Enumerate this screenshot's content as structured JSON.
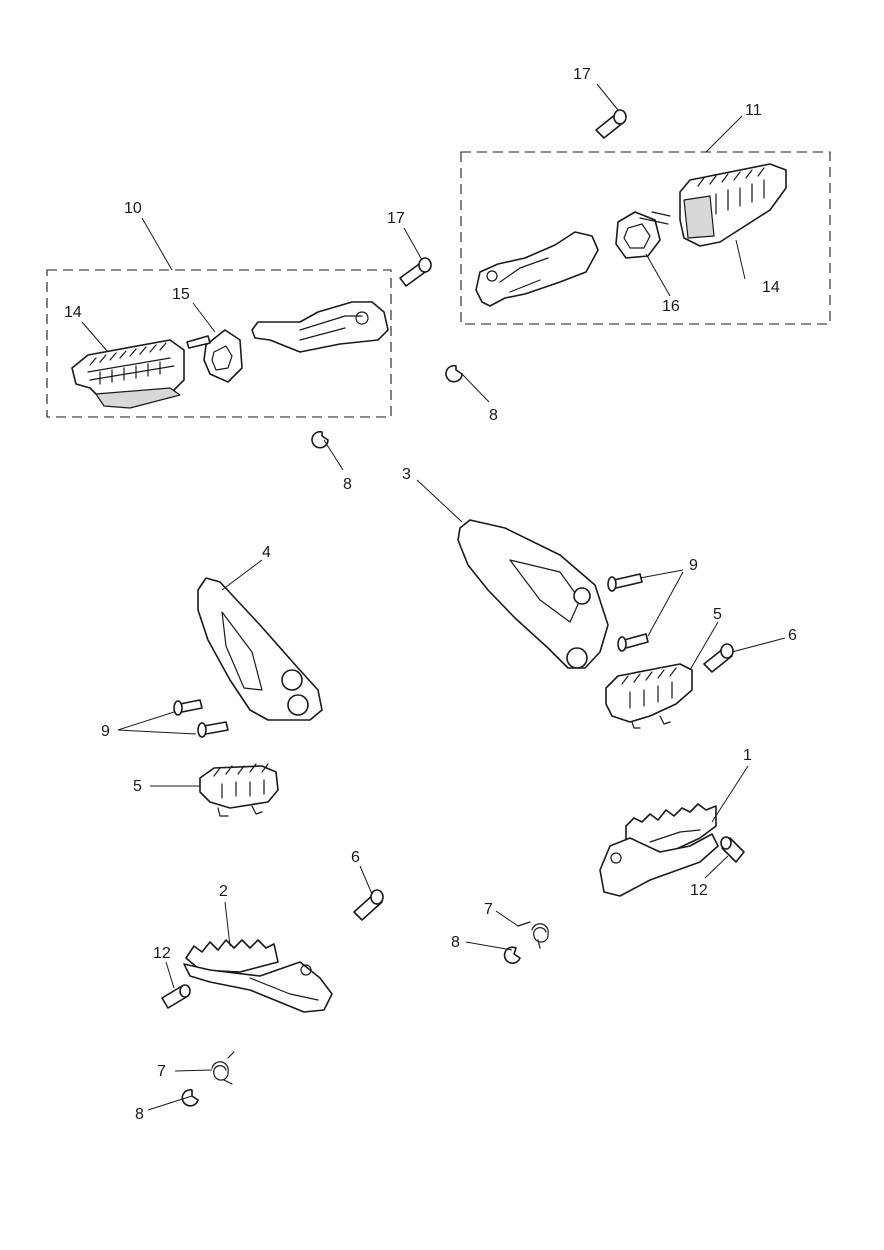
{
  "callouts": {
    "c1": "1",
    "c2": "2",
    "c3": "3",
    "c4": "4",
    "c5a": "5",
    "c5b": "5",
    "c6a": "6",
    "c6b": "6",
    "c7a": "7",
    "c7b": "7",
    "c8a": "8",
    "c8b": "8",
    "c8c": "8",
    "c8d": "8",
    "c9a": "9",
    "c9b": "9",
    "c10": "10",
    "c11": "11",
    "c12a": "12",
    "c12b": "12",
    "c14a": "14",
    "c14b": "14",
    "c15": "15",
    "c16": "16",
    "c17a": "17",
    "c17b": "17"
  }
}
